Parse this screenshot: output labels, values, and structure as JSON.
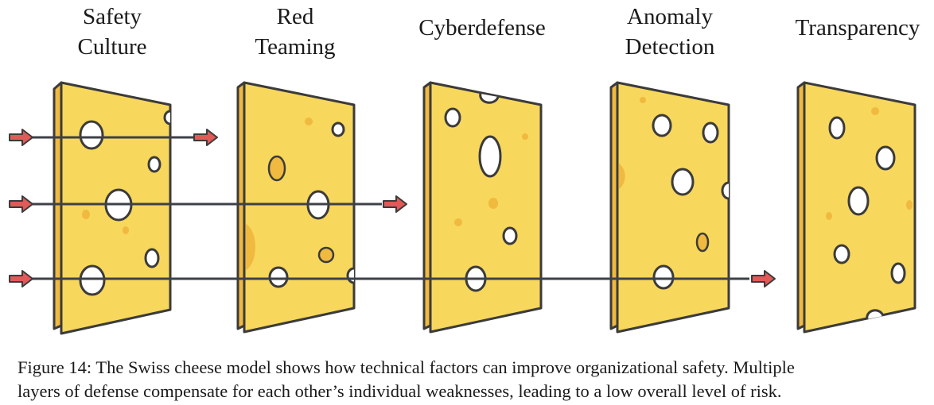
{
  "layers": [
    {
      "line1": "Safety",
      "line2": "Culture"
    },
    {
      "line1": "Red",
      "line2": "Teaming"
    },
    {
      "line1": "Cyberdefense",
      "line2": ""
    },
    {
      "line1": "Anomaly",
      "line2": "Detection"
    },
    {
      "line1": "Transparency",
      "line2": ""
    }
  ],
  "caption": {
    "line1": "Figure 14: The Swiss cheese model shows how technical factors can improve organizational safety. Multiple",
    "line2": "layers of defense compensate for each other’s individual weaknesses, leading to a low overall level of risk."
  },
  "colors": {
    "cheese": "#f7d75c",
    "cheese_edge": "#f0b93f",
    "outline": "#3b3b3b",
    "arrow": "#e05a58",
    "line": "#3d4148"
  }
}
